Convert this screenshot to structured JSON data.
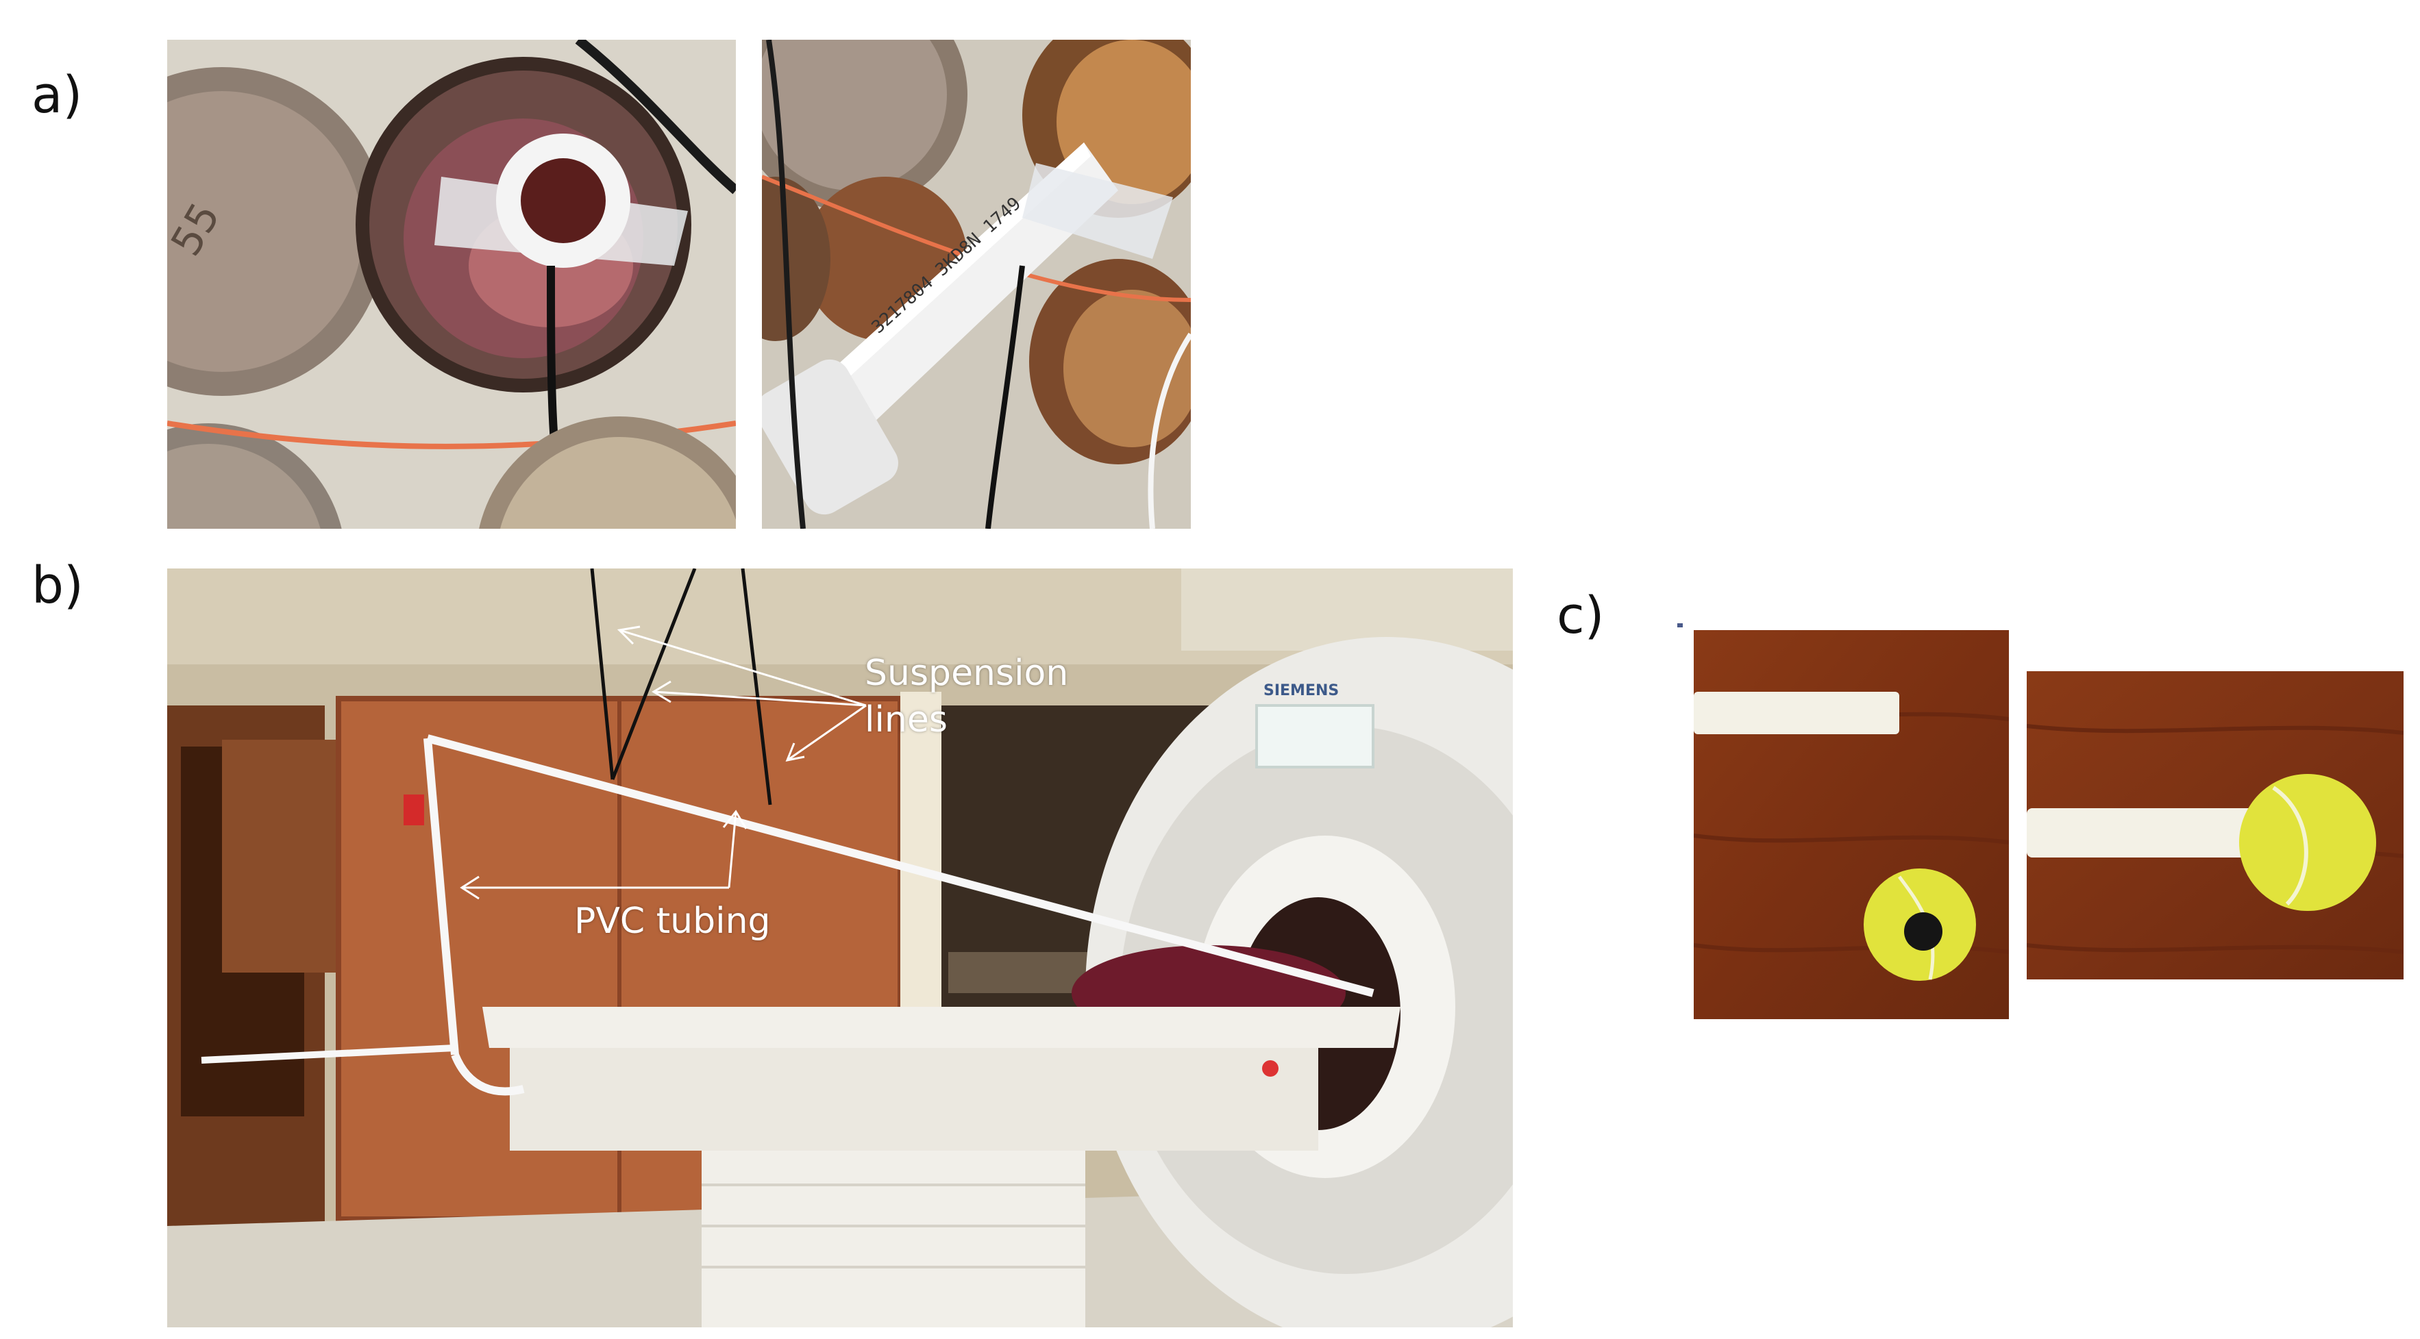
{
  "labels": {
    "a": "a)",
    "b": "b)",
    "c": "c)"
  },
  "annotations": {
    "suspension_line1": "Suspension",
    "suspension_line2": "lines",
    "pvc": "PVC tubing"
  },
  "photo_a1_text": "55",
  "photo_a2_text": "3217804 3KD8N 1749",
  "scanner_brand": "SIEMENS",
  "colors": {
    "brown_wood": "#7a3f22",
    "door": "#b5643a",
    "scanner": "#ecebe7",
    "ball": "#e0e33a",
    "copper": "#b07a4a"
  }
}
